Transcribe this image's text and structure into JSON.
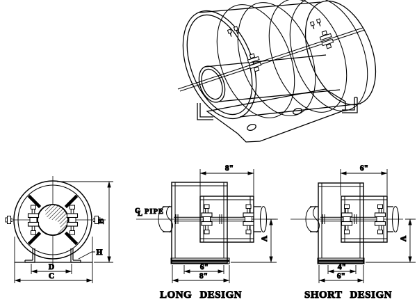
{
  "page": {
    "background": "#ffffff",
    "line_color": "#000000"
  },
  "views": {
    "isometric": {
      "description_visible_text": ""
    },
    "front": {
      "dims": {
        "B": "B",
        "H": "H",
        "D": "D",
        "C": "C"
      }
    },
    "long": {
      "title": "LONG DESIGN",
      "dims": {
        "band_width": "8\"",
        "base_inner_width": "6\"",
        "base_outer_width": "8\"",
        "height": "A"
      },
      "pipe_centerline": {
        "symbol_c": "C",
        "symbol_l": "L",
        "label": "PIPE"
      }
    },
    "short": {
      "title": "SHORT DESIGN",
      "dims": {
        "band_width": "6\"",
        "base_inner_width": "4\"",
        "base_outer_width": "6\"",
        "height": "A"
      }
    }
  }
}
